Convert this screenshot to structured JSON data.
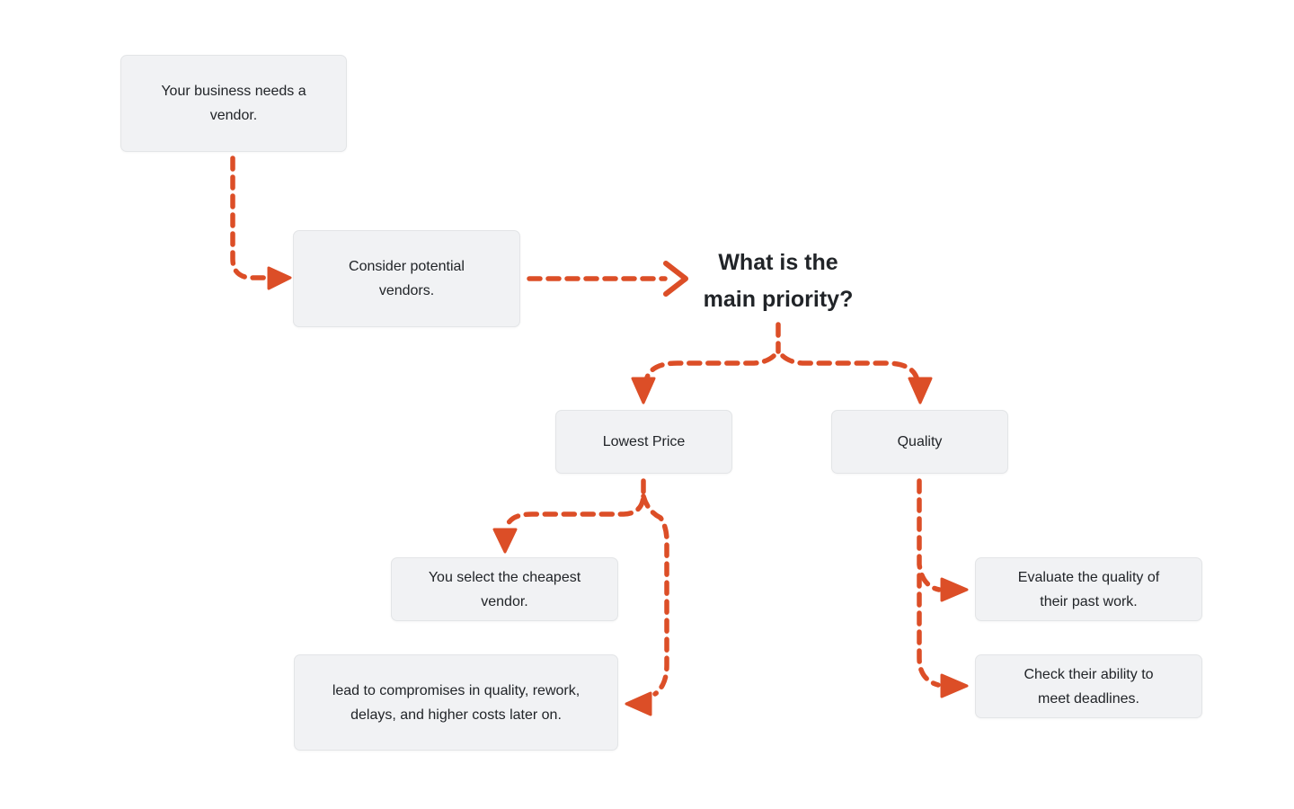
{
  "diagram": {
    "title": "What is the main priority?",
    "nodes": {
      "vendor_need": "Your business needs a vendor.",
      "consider": "Consider potential vendors.",
      "lowest_price": "Lowest Price",
      "quality": "Quality",
      "cheapest": "You select the cheapest vendor.",
      "compromises": "lead to compromises in quality, rework, delays, and higher costs later on.",
      "evaluate": "Evaluate the quality of their past work.",
      "deadlines": "Check their ability to meet deadlines."
    },
    "edges": [
      {
        "from": "vendor_need",
        "to": "consider"
      },
      {
        "from": "consider",
        "to": "title"
      },
      {
        "from": "title",
        "to": "lowest_price"
      },
      {
        "from": "title",
        "to": "quality"
      },
      {
        "from": "lowest_price",
        "to": "cheapest"
      },
      {
        "from": "lowest_price",
        "to": "compromises"
      },
      {
        "from": "quality",
        "to": "evaluate"
      },
      {
        "from": "quality",
        "to": "deadlines"
      }
    ],
    "colors": {
      "accent": "#DC4E27",
      "node_bg": "#F1F2F4",
      "node_border": "#E3E5E7",
      "text": "#212428",
      "background": "#FFFFFF"
    }
  }
}
